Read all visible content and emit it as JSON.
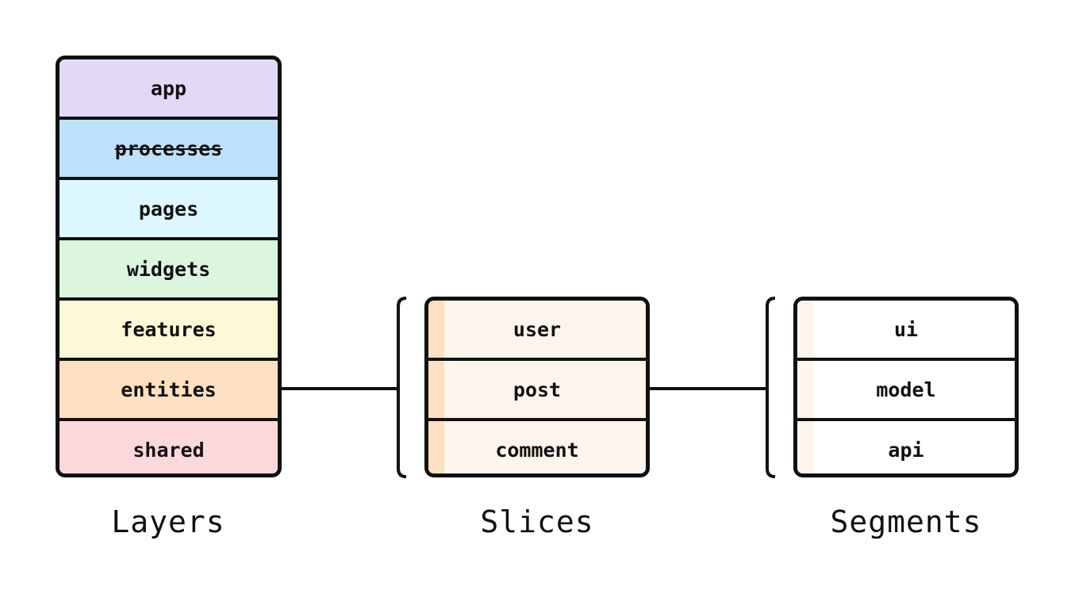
{
  "layers": {
    "caption": "Layers",
    "items": [
      {
        "label": "app",
        "color": "#e2d9f7",
        "strike": false
      },
      {
        "label": "processes",
        "color": "#bfe0fb",
        "strike": true
      },
      {
        "label": "pages",
        "color": "#dcf7fd",
        "strike": false
      },
      {
        "label": "widgets",
        "color": "#dbf5df",
        "strike": false
      },
      {
        "label": "features",
        "color": "#fdf9d8",
        "strike": false
      },
      {
        "label": "entities",
        "color": "#fde0c2",
        "strike": false
      },
      {
        "label": "shared",
        "color": "#fdd8db",
        "strike": false
      }
    ]
  },
  "slices": {
    "caption": "Slices",
    "cell_color": "#fdf4ec",
    "stripe_color": "#fde0c2",
    "items": [
      {
        "label": "user"
      },
      {
        "label": "post"
      },
      {
        "label": "comment"
      }
    ]
  },
  "segments": {
    "caption": "Segments",
    "cell_color": "#ffffff",
    "stripe_color": "#fdf4ec",
    "items": [
      {
        "label": "ui"
      },
      {
        "label": "model"
      },
      {
        "label": "api"
      }
    ]
  }
}
